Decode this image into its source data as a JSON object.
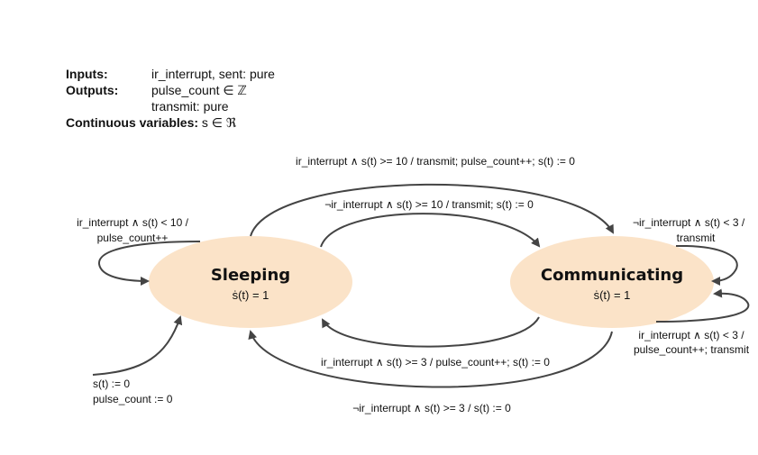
{
  "declarations": {
    "inputs_key": "Inputs:",
    "inputs_val": "ir_interrupt, sent: pure",
    "outputs_key": "Outputs:",
    "outputs_val1": "pulse_count ∈ ℤ",
    "outputs_val2": "transmit: pure",
    "continuous_key": "Continuous variables:",
    "continuous_val": "s ∈ ℜ"
  },
  "states": {
    "sleeping": {
      "name": "Sleeping",
      "dynamics": "ṡ(t) = 1"
    },
    "communicating": {
      "name": "Communicating",
      "dynamics": "ṡ(t) = 1"
    }
  },
  "transitions": {
    "sleep_self_line1": "ir_interrupt ∧ s(t) < 10 /",
    "sleep_self_line2": "pulse_count++",
    "top_outer": "ir_interrupt ∧ s(t) >= 10 / transmit; pulse_count++; s(t) := 0",
    "top_inner": "¬ir_interrupt ∧ s(t) >= 10 / transmit; s(t) := 0",
    "comm_self_top_line1": "¬ir_interrupt ∧ s(t) < 3 /",
    "comm_self_top_line2": "transmit",
    "comm_self_bottom_line1": "ir_interrupt ∧ s(t) < 3 /",
    "comm_self_bottom_line2": "pulse_count++; transmit",
    "bottom_inner": "ir_interrupt ∧ s(t) >= 3 / pulse_count++; s(t) := 0",
    "bottom_outer": "¬ir_interrupt ∧ s(t) >= 3 / s(t) := 0",
    "initial_line1": "s(t) := 0",
    "initial_line2": "pulse_count := 0"
  },
  "colors": {
    "state_fill": "#fbe3c8",
    "edge": "#444444"
  }
}
